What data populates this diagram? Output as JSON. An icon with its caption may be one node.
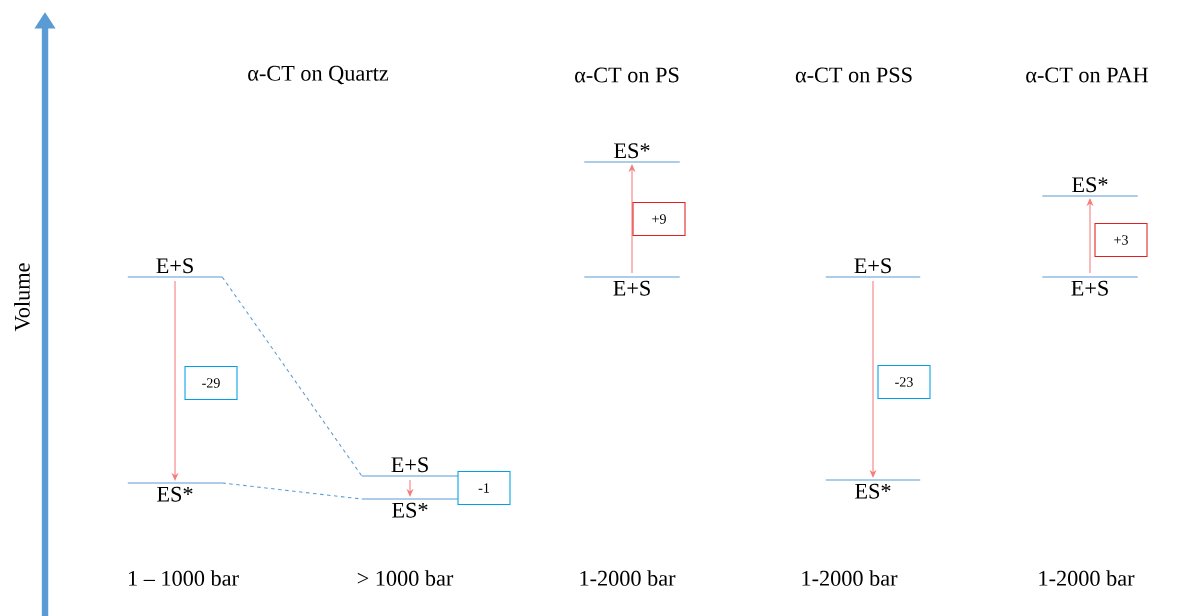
{
  "diagram": {
    "nodes": [
      {
        "text": [
          "E+S"
        ]
      },
      {
        "text": [
          "ES*"
        ]
      },
      {
        "text": [
          "E+S"
        ]
      },
      {
        "text": [
          "ES*"
        ]
      },
      {
        "text": [
          "ES*"
        ]
      },
      {
        "text": [
          "E+S"
        ]
      },
      {
        "text": [
          "E+S"
        ]
      },
      {
        "text": [
          "ES*"
        ]
      },
      {
        "text": [
          "ES*"
        ]
      },
      {
        "text": [
          "E+S"
        ]
      }
    ],
    "edges": [
      {
        "from": 0,
        "to": 1,
        "arrow": "to",
        "label": "-29"
      },
      {
        "from": 2,
        "to": 3,
        "arrow": "to",
        "label": "-1"
      },
      {
        "from": 5,
        "to": 4,
        "arrow": "to",
        "label": "+9"
      },
      {
        "from": 6,
        "to": 7,
        "arrow": "to",
        "label": "-23"
      },
      {
        "from": 9,
        "to": 8,
        "arrow": "to",
        "label": "+3"
      },
      {
        "from": 0,
        "to": 2,
        "arrow": "none",
        "style": "dashed",
        "color": "#5b9bd5"
      },
      {
        "from": 1,
        "to": 3,
        "arrow": "none",
        "style": "dashed",
        "color": "#5b9bd5"
      }
    ],
    "labels": [
      "Volume",
      "α-CT on Quartz",
      "α-CT on PS",
      "α-CT on PSS",
      "α-CT on PAH",
      "1 – 1000 bar",
      "> 1000 bar",
      "1-2000 bar",
      "1-2000 bar",
      "1-2000 bar"
    ]
  }
}
